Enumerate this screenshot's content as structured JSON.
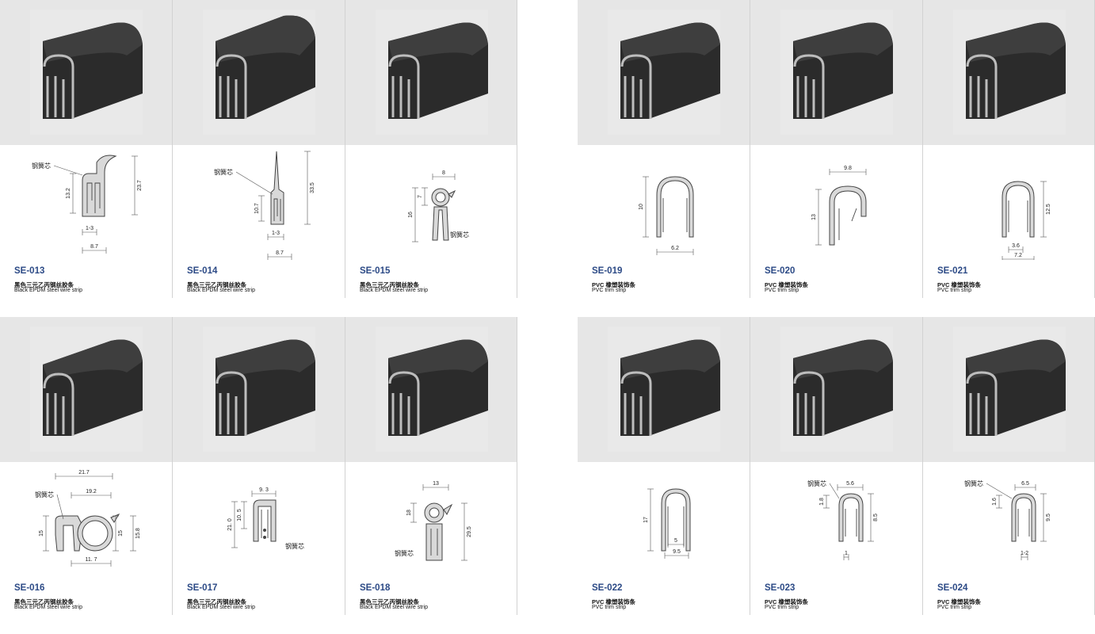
{
  "products": [
    {
      "code": "SE-013",
      "cn": "黑色三元乙丙钢丝胶条",
      "en": "Black EPDM steel wire strip",
      "core": "钢簧芯",
      "dims": [
        "13.2",
        "23.7",
        "1-3",
        "8.7"
      ]
    },
    {
      "code": "SE-014",
      "cn": "黑色三元乙丙钢丝胶条",
      "en": "Black EPDM steel wire strip",
      "core": "钢簧芯",
      "dims": [
        "10.7",
        "33.5",
        "1-3",
        "8.7"
      ]
    },
    {
      "code": "SE-015",
      "cn": "黑色三元乙丙钢丝胶条",
      "en": "Black EPDM steel wire strip",
      "core": "钢簧芯",
      "dims": [
        "8",
        "7",
        "16"
      ]
    },
    {
      "code": "SE-016",
      "cn": "黑色三元乙丙钢丝胶条",
      "en": "Black EPDM steel wire strip",
      "core": "钢簧芯",
      "dims": [
        "21.7",
        "19.2",
        "15",
        "15",
        "15.8",
        "11. 7"
      ]
    },
    {
      "code": "SE-017",
      "cn": "黑色三元乙丙钢丝胶条",
      "en": "Black EPDM steel wire strip",
      "core": "钢簧芯",
      "dims": [
        "9. 3",
        "21. 0",
        "10. 5"
      ]
    },
    {
      "code": "SE-018",
      "cn": "黑色三元乙丙钢丝胶条",
      "en": "Black EPDM steel wire strip",
      "core": "钢簧芯",
      "dims": [
        "13",
        "18",
        "29.5"
      ]
    },
    {
      "code": "SE-019",
      "cn": "PVC 橡塑装饰条",
      "en": "PVC trim strip",
      "core": "",
      "dims": [
        "10",
        "6.2"
      ]
    },
    {
      "code": "SE-020",
      "cn": "PVC 橡塑装饰条",
      "en": "PVC trim strip",
      "core": "",
      "dims": [
        "9.8",
        "13"
      ]
    },
    {
      "code": "SE-021",
      "cn": "PVC 橡塑装饰条",
      "en": "PVC trim strip",
      "core": "",
      "dims": [
        "12.5",
        "3.6",
        "7.2"
      ]
    },
    {
      "code": "SE-022",
      "cn": "PVC 橡塑装饰条",
      "en": "PVC trim strip",
      "core": "",
      "dims": [
        "17",
        "5",
        "9.5"
      ]
    },
    {
      "code": "SE-023",
      "cn": "PVC 橡塑装饰条",
      "en": "PVC trim strip",
      "core": "钢簧芯",
      "dims": [
        "5.6",
        "1.8",
        "8.5",
        "1"
      ]
    },
    {
      "code": "SE-024",
      "cn": "PVC 橡塑装饰条",
      "en": "PVC trim strip",
      "core": "钢簧芯",
      "dims": [
        "6.5",
        "1.6",
        "9.5",
        "1-2"
      ]
    }
  ],
  "colors": {
    "band": "#e6e6e6",
    "code": "#2c4a86",
    "rubber": "#2b2b2b",
    "insert": "#bdbdbd"
  }
}
